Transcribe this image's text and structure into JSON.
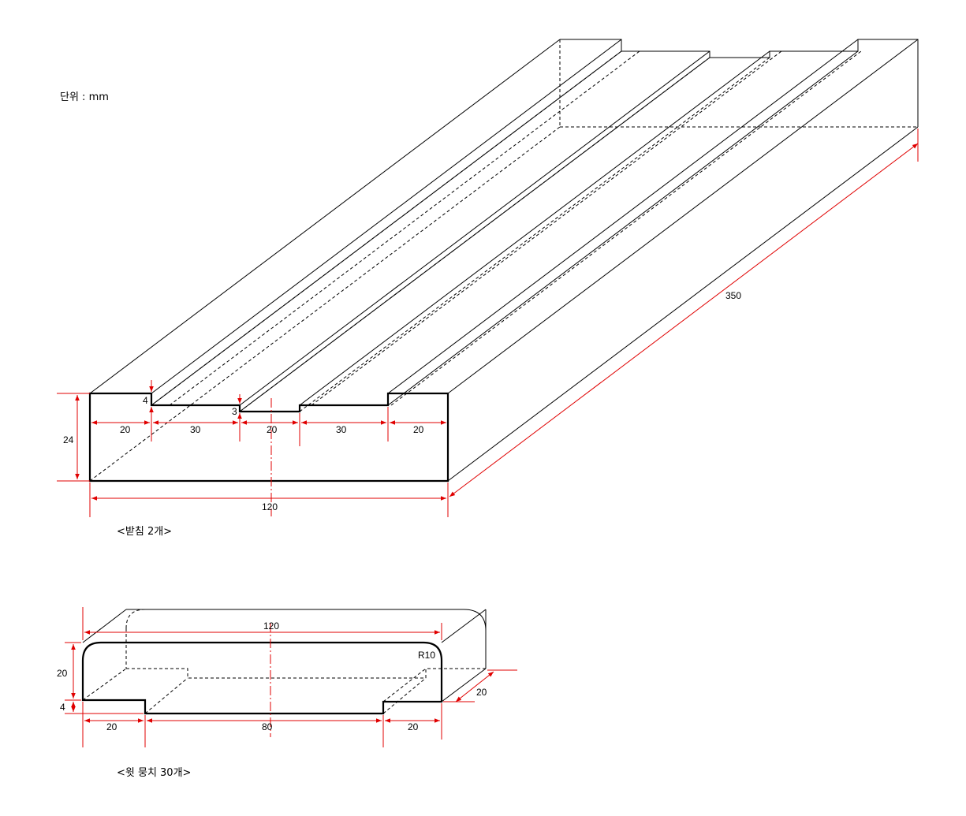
{
  "unit_label": "단위 : mm",
  "tray": {
    "caption": "<받침 2개>",
    "dims": {
      "height": "24",
      "step_depth": "4",
      "groove_depth": "3",
      "seg_1": "20",
      "seg_2": "30",
      "seg_3": "20",
      "seg_4": "30",
      "seg_5": "20",
      "width": "120",
      "length": "350"
    }
  },
  "weight": {
    "caption": "<윗 뭉치 30개>",
    "dims": {
      "width": "120",
      "radius": "R10",
      "height": "20",
      "step_depth": "4",
      "seg_left": "20",
      "seg_mid": "80",
      "seg_right": "20",
      "depth": "20"
    }
  },
  "colors": {
    "dimension_line": "#e00000",
    "outline": "#000000"
  }
}
